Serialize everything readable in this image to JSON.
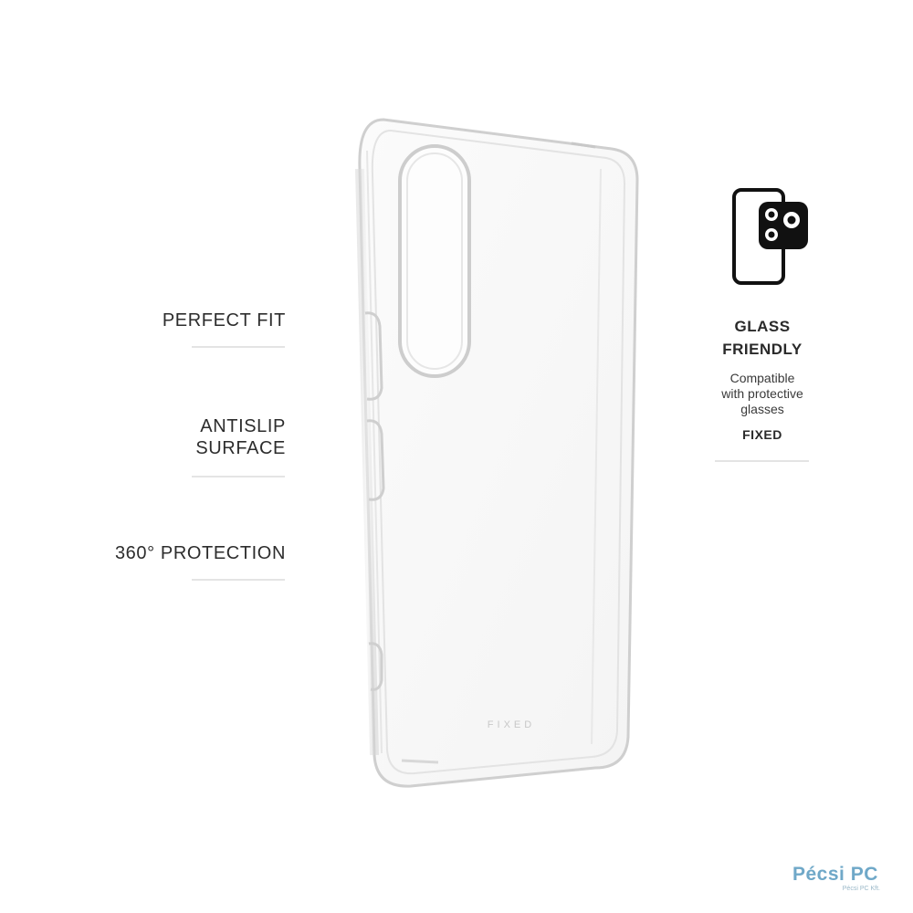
{
  "features": [
    {
      "lines": [
        "PERFECT FIT"
      ]
    },
    {
      "lines": [
        "ANTISLIP",
        "SURFACE"
      ]
    },
    {
      "lines": [
        "360° PROTECTION"
      ]
    }
  ],
  "product": {
    "case_logo_text": "FIXED"
  },
  "glass_friendly": {
    "icon": "phone-with-camera-lens-protector-icon",
    "title_line1": "GLASS",
    "title_line2": "FRIENDLY",
    "desc_line1": "Compatible",
    "desc_line2": "with protective",
    "desc_line3": "glasses",
    "brand": "FIXED"
  },
  "watermark": {
    "brand": "Pécsi PC",
    "sub": "Pécsi PC Kft."
  },
  "colors": {
    "text": "#2d2d2d",
    "rule": "#e4e4e4",
    "icon": "#111111",
    "watermark": "#6fa8c8"
  }
}
